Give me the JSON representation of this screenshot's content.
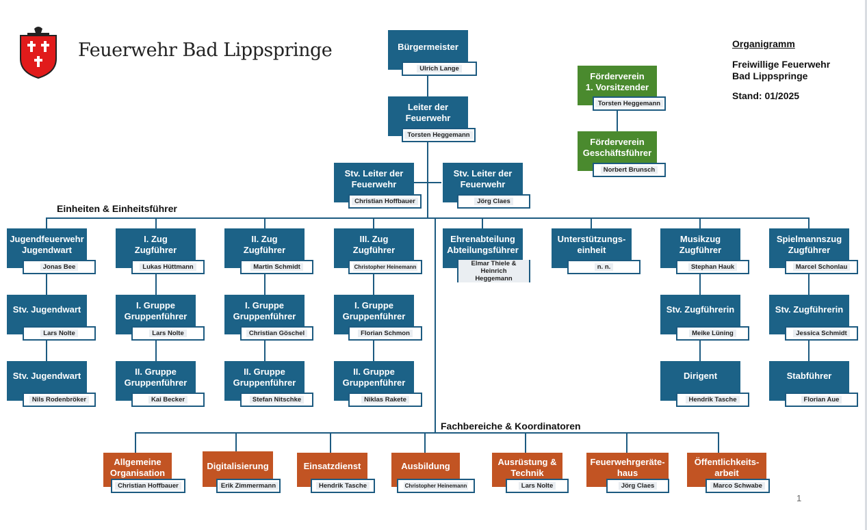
{
  "header": {
    "title": "Feuerwehr Bad Lippspringe"
  },
  "info": {
    "heading": "Organigramm",
    "line1": "Freiwillige Feuerwehr",
    "line2": "Bad Lippspringe",
    "stand": "Stand: 01/2025"
  },
  "sections": {
    "units": "Einheiten & Einheitsführer",
    "fachbereiche": "Fachbereiche & Koordinatoren"
  },
  "top": {
    "buergermeister": {
      "role": "Bürgermeister",
      "name": "Ulrich Lange"
    },
    "leiter": {
      "role": "Leiter der\nFeuerwehr",
      "name": "Torsten Heggemann"
    },
    "stv1": {
      "role": "Stv. Leiter der\nFeuerwehr",
      "name": "Christian Hoffbauer"
    },
    "stv2": {
      "role": "Stv. Leiter der\nFeuerwehr",
      "name": "Jörg Claes"
    }
  },
  "foerderverein": {
    "vorsitz": {
      "role": "Förderverein\n1. Vorsitzender",
      "name": "Torsten Heggemann"
    },
    "gf": {
      "role": "Förderverein\nGeschäftsführer",
      "name": "Norbert Brunsch"
    }
  },
  "units": {
    "jf": {
      "role": "Jugendfeuerwehr\nJugendwart",
      "name": "Jonas Bee"
    },
    "jf_stv1": {
      "role": "Stv. Jugendwart",
      "name": "Lars Nolte"
    },
    "jf_stv2": {
      "role": "Stv. Jugendwart",
      "name": "Nils Rodenbröker"
    },
    "z1": {
      "role": "I. Zug\nZugführer",
      "name": "Lukas Hüttmann"
    },
    "z1_g1": {
      "role": "I. Gruppe\nGruppenführer",
      "name": "Lars Nolte"
    },
    "z1_g2": {
      "role": "II. Gruppe\nGruppenführer",
      "name": "Kai Becker"
    },
    "z2": {
      "role": "II. Zug\nZugführer",
      "name": "Martin Schmidt"
    },
    "z2_g1": {
      "role": "I. Gruppe\nGruppenführer",
      "name": "Christian Göschel"
    },
    "z2_g2": {
      "role": "II. Gruppe\nGruppenführer",
      "name": "Stefan Nitschke"
    },
    "z3": {
      "role": "III. Zug\nZugführer",
      "name": "Christopher Heinemann"
    },
    "z3_g1": {
      "role": "I. Gruppe\nGruppenführer",
      "name": "Florian Schmon"
    },
    "z3_g2": {
      "role": "II. Gruppe\nGruppenführer",
      "name": "Niklas Rakete"
    },
    "ehren": {
      "role": "Ehrenabteilung\nAbteilungsführer",
      "name": "Elmar Thiele &\nHeinrich Heggemann"
    },
    "ust": {
      "role": "Unterstützungs-\neinheit",
      "name": "n. n."
    },
    "musik": {
      "role": "Musikzug\nZugführer",
      "name": "Stephan Hauk"
    },
    "musik_stv": {
      "role": "Stv. Zugführerin",
      "name": "Meike Lüning"
    },
    "dirigent": {
      "role": "Dirigent",
      "name": "Hendrik Tasche"
    },
    "spiel": {
      "role": "Spielmannszug\nZugführer",
      "name": "Marcel Schonlau"
    },
    "spiel_stv": {
      "role": "Stv. Zugführerin",
      "name": "Jessica Schmidt"
    },
    "stab": {
      "role": "Stabführer",
      "name": "Florian Aue"
    }
  },
  "fachbereiche": {
    "org": {
      "role": "Allgemeine\nOrganisation",
      "name": "Christian Hoffbauer"
    },
    "dig": {
      "role": "Digitalisierung",
      "name": "Erik Zimmermann"
    },
    "einsatz": {
      "role": "Einsatzdienst",
      "name": "Hendrik Tasche"
    },
    "ausb": {
      "role": "Ausbildung",
      "name": "Christopher Heinemann"
    },
    "ausr": {
      "role": "Ausrüstung &\nTechnik",
      "name": "Lars Nolte"
    },
    "fgh": {
      "role": "Feuerwehrgeräte-\nhaus",
      "name": "Jörg Claes"
    },
    "oeff": {
      "role": "Öffentlichkeits-\narbeit",
      "name": "Marco Schwabe"
    }
  },
  "page_number": "1",
  "colors": {
    "blue": "#1c6287",
    "green": "#4a8a2e",
    "orange": "#c25423",
    "line": "#1c5a80"
  }
}
